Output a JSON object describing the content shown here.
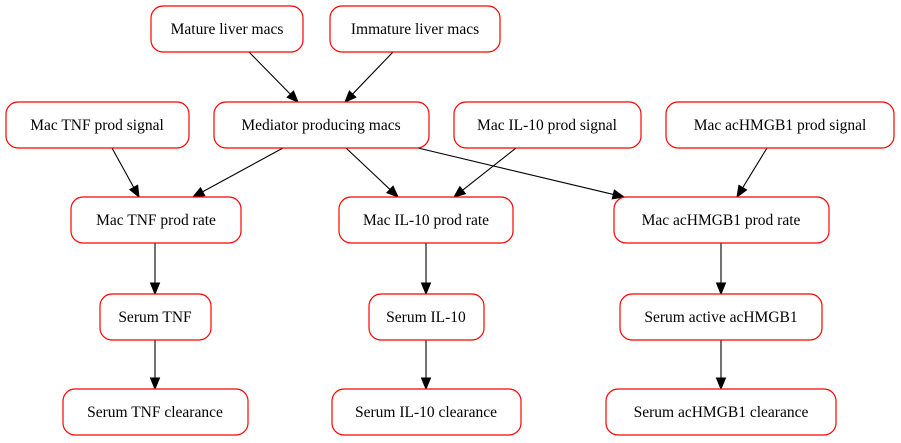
{
  "colors": {
    "node_border": "#ff0000",
    "node_fill": "#ffffff",
    "edge": "#000000",
    "text": "#000000"
  },
  "nodes": {
    "mature_liver_macs": "Mature liver macs",
    "immature_liver_macs": "Immature liver macs",
    "mac_tnf_prod_signal": "Mac TNF prod signal",
    "mediator_producing_macs": "Mediator producing macs",
    "mac_il10_prod_signal": "Mac IL-10 prod signal",
    "mac_achmgb1_prod_signal": "Mac acHMGB1 prod signal",
    "mac_tnf_prod_rate": "Mac TNF prod rate",
    "mac_il10_prod_rate": "Mac IL-10 prod rate",
    "mac_achmgb1_prod_rate": "Mac acHMGB1 prod rate",
    "serum_tnf": "Serum TNF",
    "serum_il10": "Serum IL-10",
    "serum_active_achmgb1": "Serum active acHMGB1",
    "serum_tnf_clearance": "Serum TNF clearance",
    "serum_il10_clearance": "Serum IL-10 clearance",
    "serum_achmgb1_clearance": "Serum acHMGB1 clearance"
  },
  "edges": [
    {
      "from": "mature_liver_macs",
      "to": "mediator_producing_macs"
    },
    {
      "from": "immature_liver_macs",
      "to": "mediator_producing_macs"
    },
    {
      "from": "mac_tnf_prod_signal",
      "to": "mac_tnf_prod_rate"
    },
    {
      "from": "mediator_producing_macs",
      "to": "mac_tnf_prod_rate"
    },
    {
      "from": "mediator_producing_macs",
      "to": "mac_il10_prod_rate"
    },
    {
      "from": "mediator_producing_macs",
      "to": "mac_achmgb1_prod_rate"
    },
    {
      "from": "mac_il10_prod_signal",
      "to": "mac_il10_prod_rate"
    },
    {
      "from": "mac_achmgb1_prod_signal",
      "to": "mac_achmgb1_prod_rate"
    },
    {
      "from": "mac_tnf_prod_rate",
      "to": "serum_tnf"
    },
    {
      "from": "mac_il10_prod_rate",
      "to": "serum_il10"
    },
    {
      "from": "mac_achmgb1_prod_rate",
      "to": "serum_active_achmgb1"
    },
    {
      "from": "serum_tnf",
      "to": "serum_tnf_clearance"
    },
    {
      "from": "serum_il10",
      "to": "serum_il10_clearance"
    },
    {
      "from": "serum_active_achmgb1",
      "to": "serum_achmgb1_clearance"
    }
  ]
}
